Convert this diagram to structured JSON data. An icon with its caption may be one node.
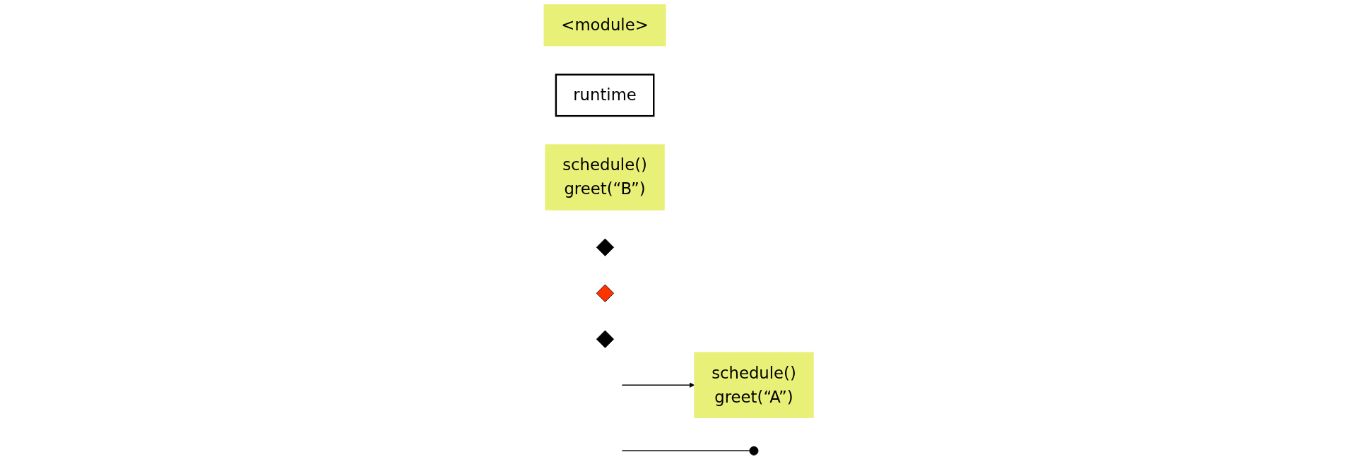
{
  "diagram": {
    "nodes": [
      {
        "text": [
          "<module>"
        ]
      },
      {
        "text": [
          "schedule()",
          "greet(“A”)"
        ]
      },
      {
        "text": [
          "runtime"
        ]
      },
      {
        "text": [
          "schedule()",
          "greet(“B”)"
        ]
      },
      {
        "text": [],
        "shape": "diamond"
      },
      {
        "text": [],
        "shape": "diamond"
      },
      {
        "text": [],
        "shape": "diamond"
      },
      {
        "text": [],
        "shape": "circle"
      }
    ],
    "edges": [
      {
        "from": null,
        "to": 1,
        "arrow": "to"
      },
      {
        "from": null,
        "to": 7,
        "arrow": "none"
      }
    ]
  }
}
